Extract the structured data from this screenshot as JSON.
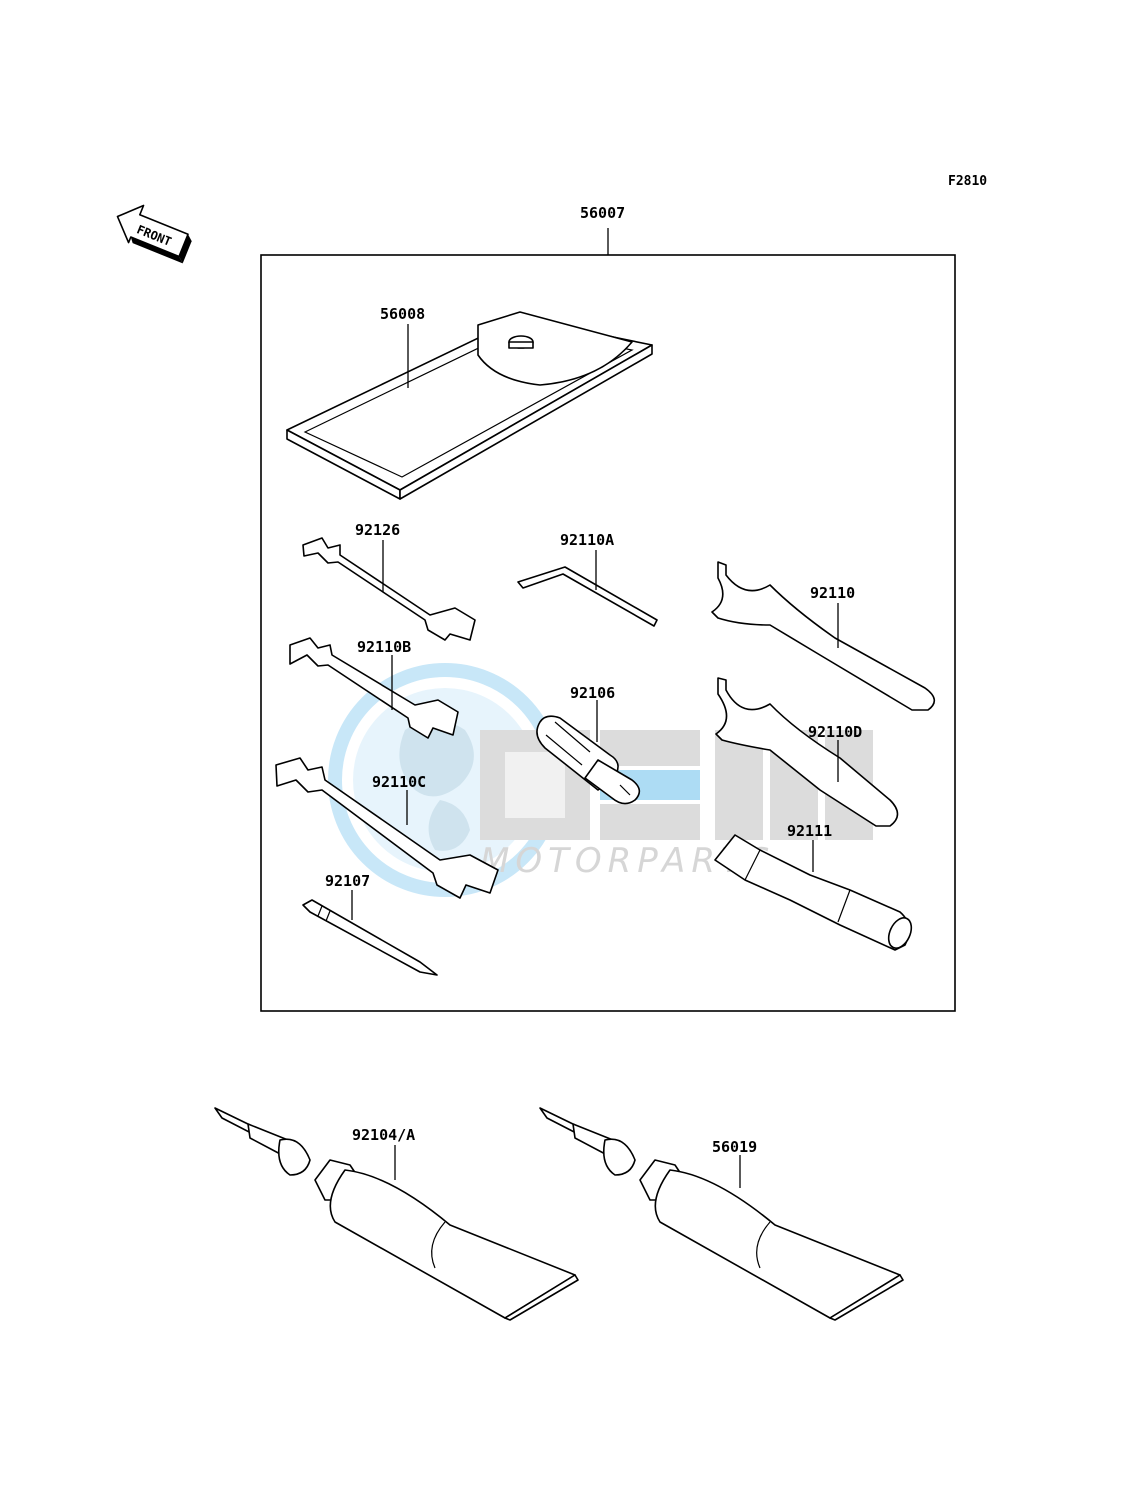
{
  "figure_code": "F2810",
  "front_label": "FRONT",
  "watermark": {
    "brand": "OSM",
    "tagline": "MOTORPARTS"
  },
  "parts": [
    {
      "number": "56007"
    },
    {
      "number": "56008"
    },
    {
      "number": "92126"
    },
    {
      "number": "92110A"
    },
    {
      "number": "92110"
    },
    {
      "number": "92110B"
    },
    {
      "number": "92106"
    },
    {
      "number": "92110D"
    },
    {
      "number": "92110C"
    },
    {
      "number": "92111"
    },
    {
      "number": "92107"
    },
    {
      "number": "92104/A"
    },
    {
      "number": "56019"
    }
  ]
}
